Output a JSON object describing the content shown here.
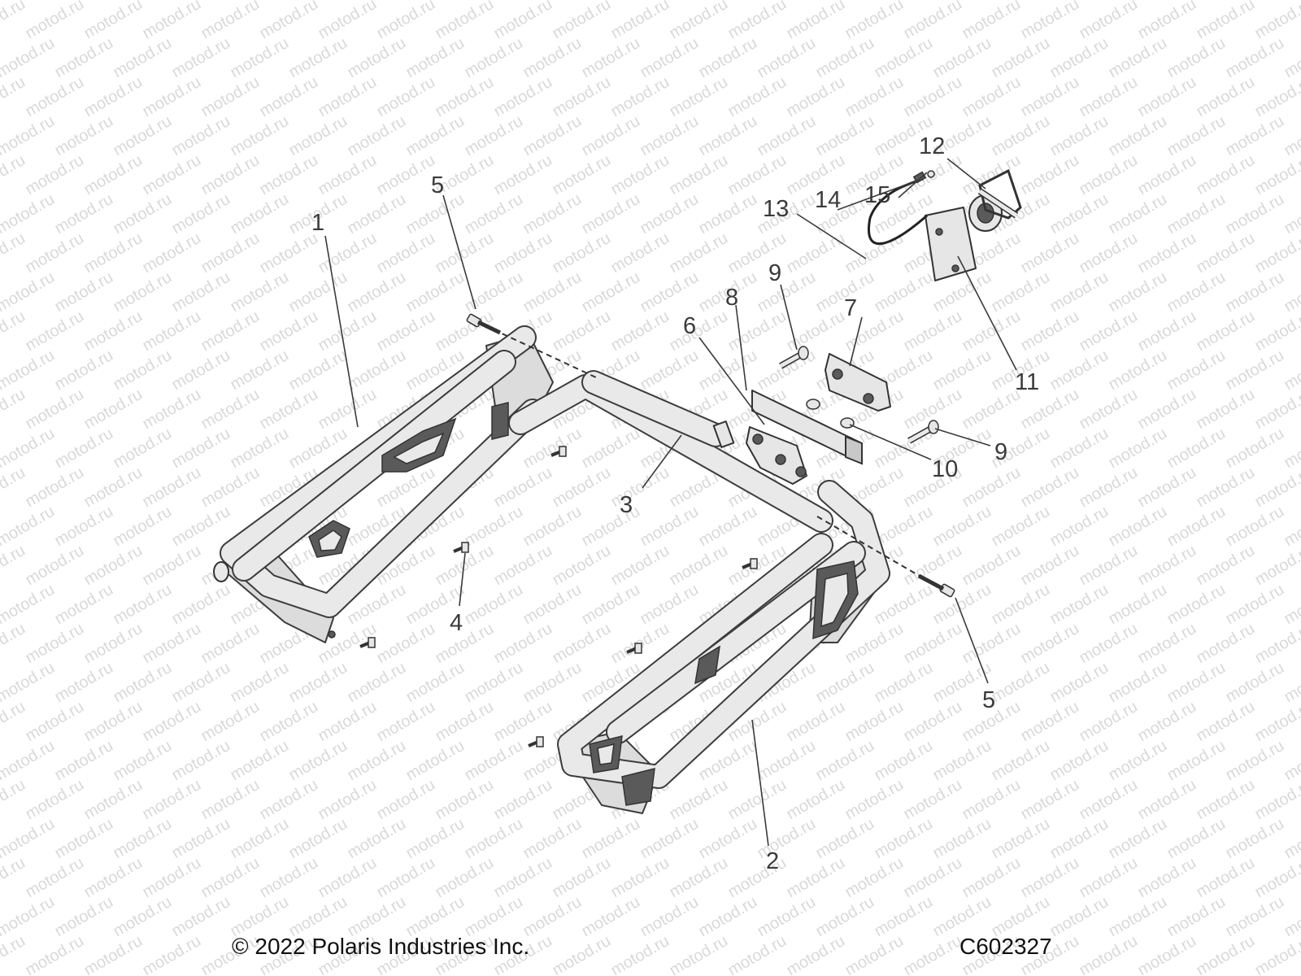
{
  "watermark": "motod.ru",
  "footer": {
    "copyright": "© 2022 Polaris Industries Inc.",
    "figure_code": "C602327"
  },
  "callouts": {
    "c1": "1",
    "c2": "2",
    "c3": "3",
    "c4": "4",
    "c5a": "5",
    "c5b": "5",
    "c6": "6",
    "c7": "7",
    "c8": "8",
    "c9a": "9",
    "c9b": "9",
    "c10": "10",
    "c11": "11",
    "c12": "12",
    "c13": "13",
    "c14": "14",
    "c15": "15"
  }
}
